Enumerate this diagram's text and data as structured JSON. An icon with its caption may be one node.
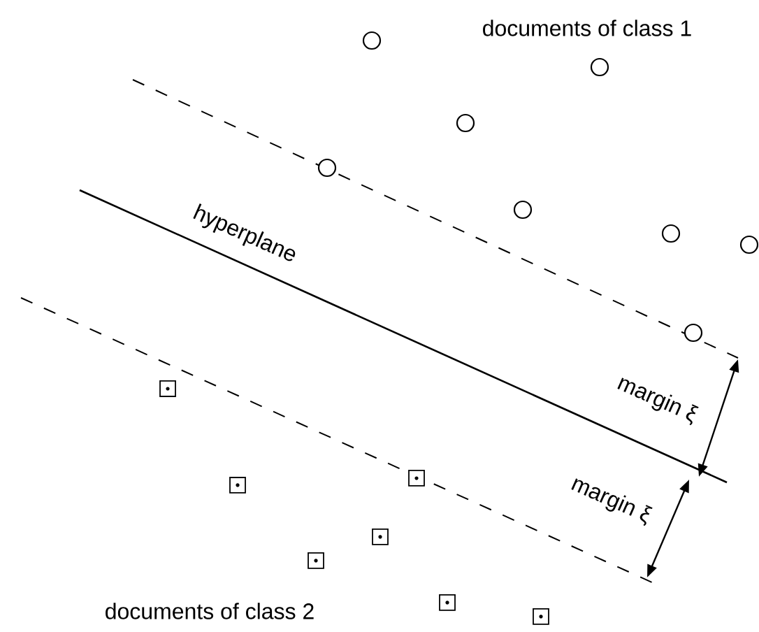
{
  "diagram": {
    "labels": [
      "documents of class 1",
      "hyperplane",
      "margin ξ",
      "margin ξ",
      "documents of class 2"
    ]
  }
}
